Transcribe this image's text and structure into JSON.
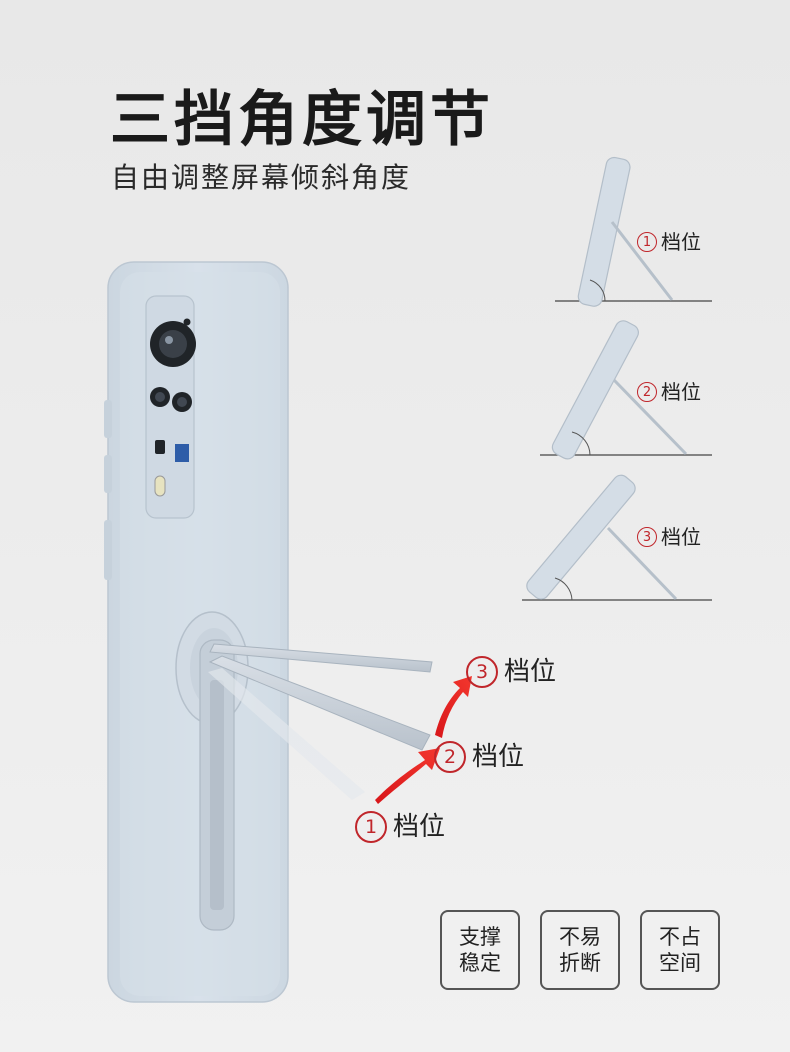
{
  "header": {
    "title": "三挡角度调节",
    "subtitle": "自由调整屏幕倾斜角度"
  },
  "gears": {
    "small": [
      {
        "num": "1",
        "label": "档位"
      },
      {
        "num": "2",
        "label": "档位"
      },
      {
        "num": "3",
        "label": "档位"
      }
    ],
    "main": [
      {
        "num": "3",
        "label": "档位"
      },
      {
        "num": "2",
        "label": "档位"
      },
      {
        "num": "1",
        "label": "档位"
      }
    ]
  },
  "features": [
    {
      "line1": "支撑",
      "line2": "稳定"
    },
    {
      "line1": "不易",
      "line2": "折断"
    },
    {
      "line1": "不占",
      "line2": "空间"
    }
  ],
  "colors": {
    "case": "#d3dde6",
    "accent_red": "#e3201f",
    "label_red": "#c0262b",
    "text": "#1a1a1a"
  },
  "icons": {
    "zeiss_logo": "blue-square-badge",
    "camera": "camera-lens-icon"
  }
}
